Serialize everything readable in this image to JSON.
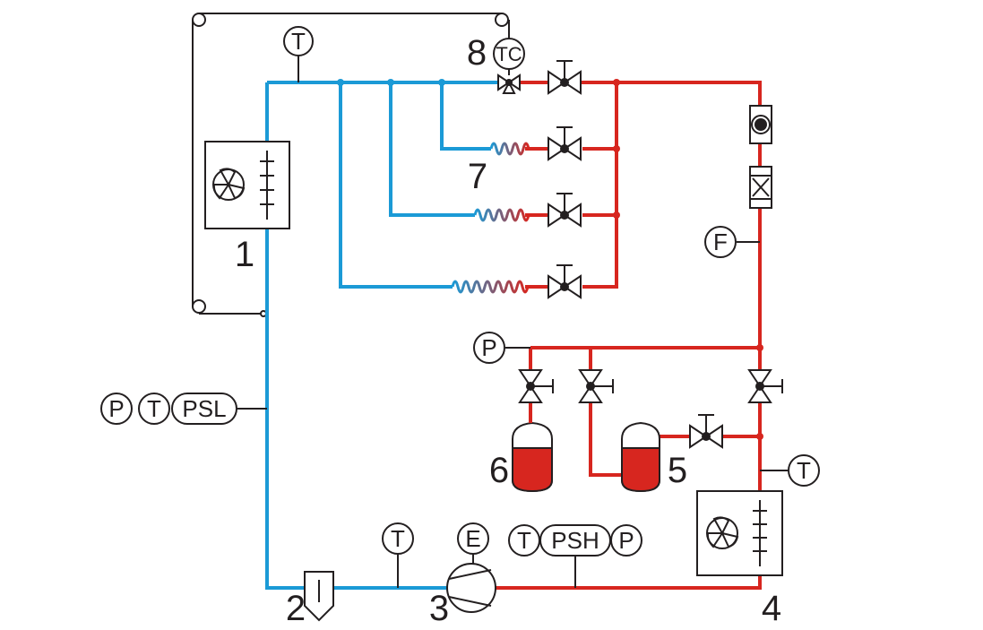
{
  "numbers": {
    "n1": "1",
    "n2": "2",
    "n3": "3",
    "n4": "4",
    "n5": "5",
    "n6": "6",
    "n7": "7",
    "n8": "8"
  },
  "instruments": {
    "t_top": "T",
    "tc": "TC",
    "f": "F",
    "p_receiver": "P",
    "t_condenser": "T",
    "p_suction": "P",
    "t_suction": "T",
    "psl": "PSL",
    "t_bottom": "T",
    "e": "E",
    "t_discharge": "T",
    "psh": "PSH",
    "p_discharge": "P"
  },
  "colors": {
    "low_pressure_line": "#1b9ad6",
    "high_pressure_line": "#d7261f",
    "symbol_stroke": "#231f20"
  }
}
